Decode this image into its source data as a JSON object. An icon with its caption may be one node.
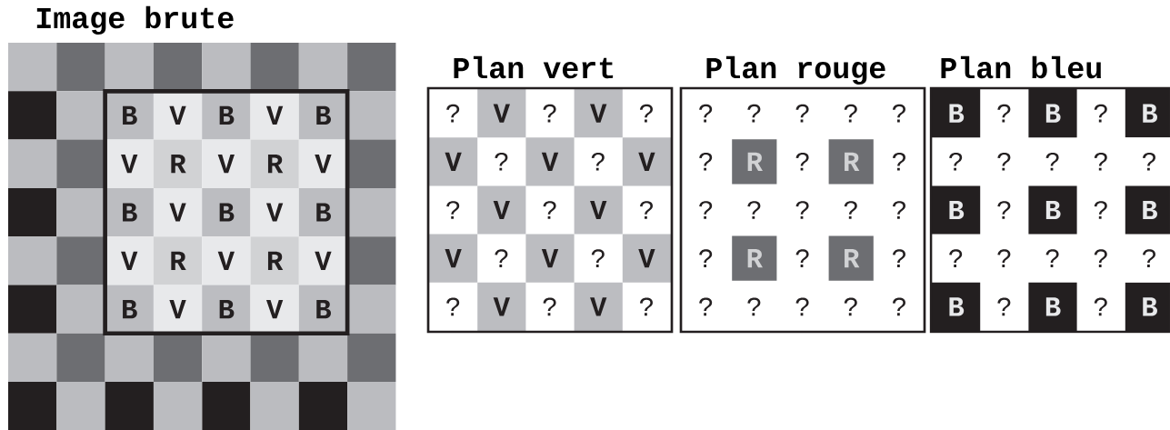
{
  "diagram": {
    "labels": [
      "Image brute",
      "B",
      "V",
      "B",
      "V",
      "B",
      "V",
      "R",
      "V",
      "R",
      "V",
      "B",
      "V",
      "B",
      "V",
      "B",
      "V",
      "R",
      "V",
      "R",
      "V",
      "B",
      "V",
      "B",
      "V",
      "B",
      "Plan vert",
      "?",
      "V",
      "?",
      "V",
      "?",
      "V",
      "?",
      "V",
      "?",
      "V",
      "?",
      "V",
      "?",
      "V",
      "?",
      "V",
      "?",
      "V",
      "?",
      "V",
      "?",
      "V",
      "?",
      "V",
      "?",
      "Plan rouge",
      "?",
      "?",
      "?",
      "?",
      "?",
      "?",
      "R",
      "?",
      "R",
      "?",
      "?",
      "?",
      "?",
      "?",
      "?",
      "?",
      "R",
      "?",
      "R",
      "?",
      "?",
      "?",
      "?",
      "?",
      "?",
      "Plan bleu",
      "B",
      "?",
      "B",
      "?",
      "B",
      "?",
      "?",
      "?",
      "?",
      "?",
      "B",
      "?",
      "B",
      "?",
      "B",
      "?",
      "?",
      "?",
      "?",
      "?",
      "B",
      "?",
      "B",
      "?",
      "B"
    ]
  }
}
